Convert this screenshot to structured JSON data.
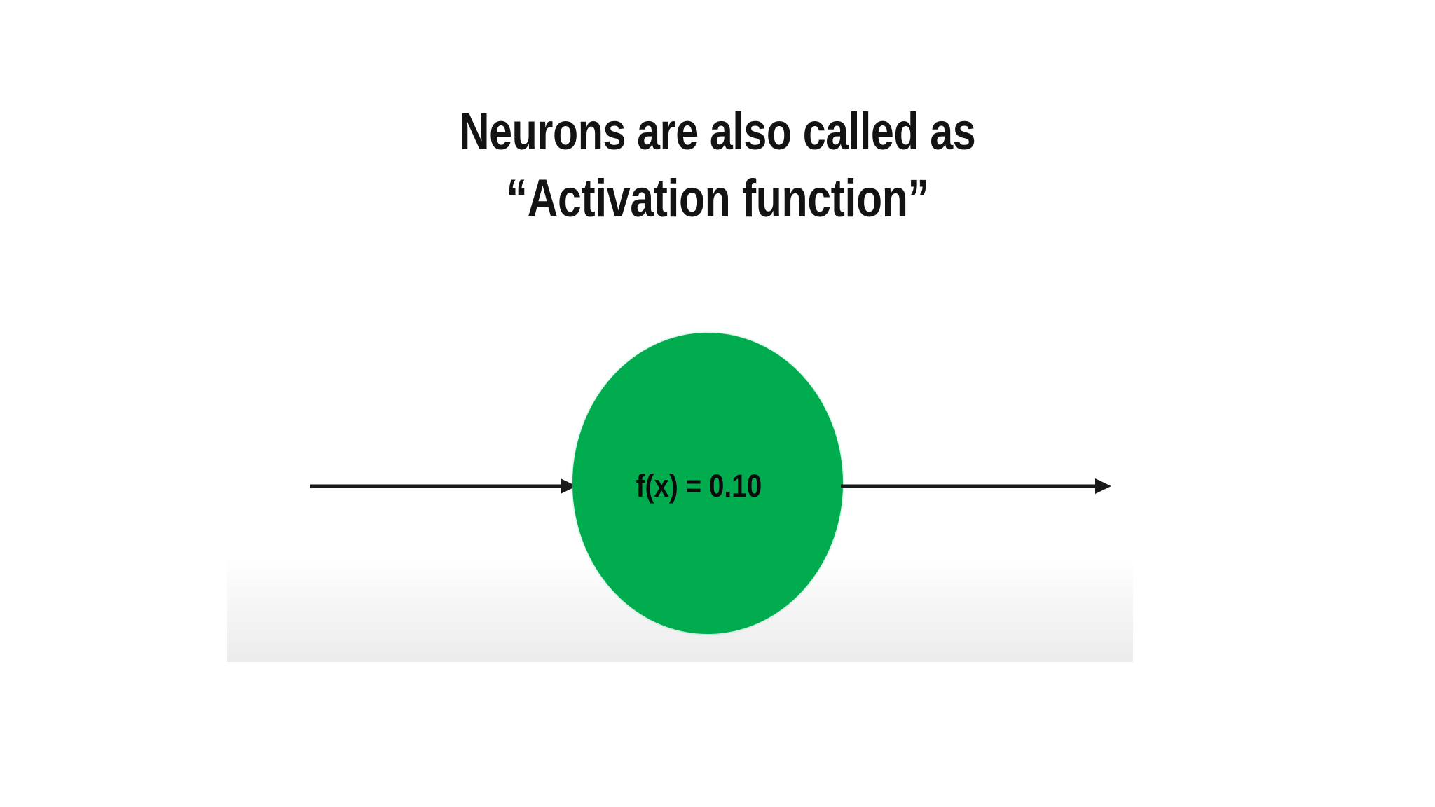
{
  "slide": {
    "background_color": "#ffffff",
    "title": {
      "line_1": "Neurons are also called as",
      "line_2": "“Activation function”",
      "color": "#131313"
    },
    "neuron": {
      "label": "f(x) = 0.10",
      "fill_color": "#00ac4e",
      "label_color": "#0b0b0b",
      "shape": "ellipse"
    },
    "arrows": {
      "input": {
        "label": "",
        "direction": "right",
        "color": "#1a1a1a"
      },
      "output": {
        "label": "",
        "direction": "right",
        "color": "#1a1a1a"
      }
    },
    "floor_band": {
      "top_color": "#ffffff",
      "bottom_color": "#ebebeb"
    }
  }
}
